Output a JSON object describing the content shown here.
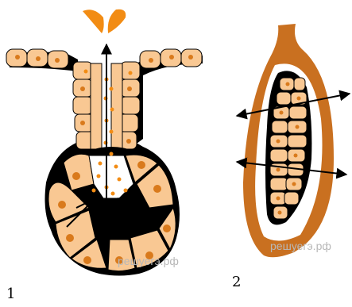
{
  "figure": {
    "labels": {
      "left": "1",
      "right": "2"
    },
    "watermarks": [
      "решуегэ.рф",
      "решуегэ.рф"
    ],
    "colors": {
      "cell_fill": "#f9c893",
      "cell_border": "#000000",
      "nucleus": "#d97a1c",
      "duct_wall": "#c97020",
      "secretion": "#f28c14",
      "arrow": "#000000"
    }
  }
}
